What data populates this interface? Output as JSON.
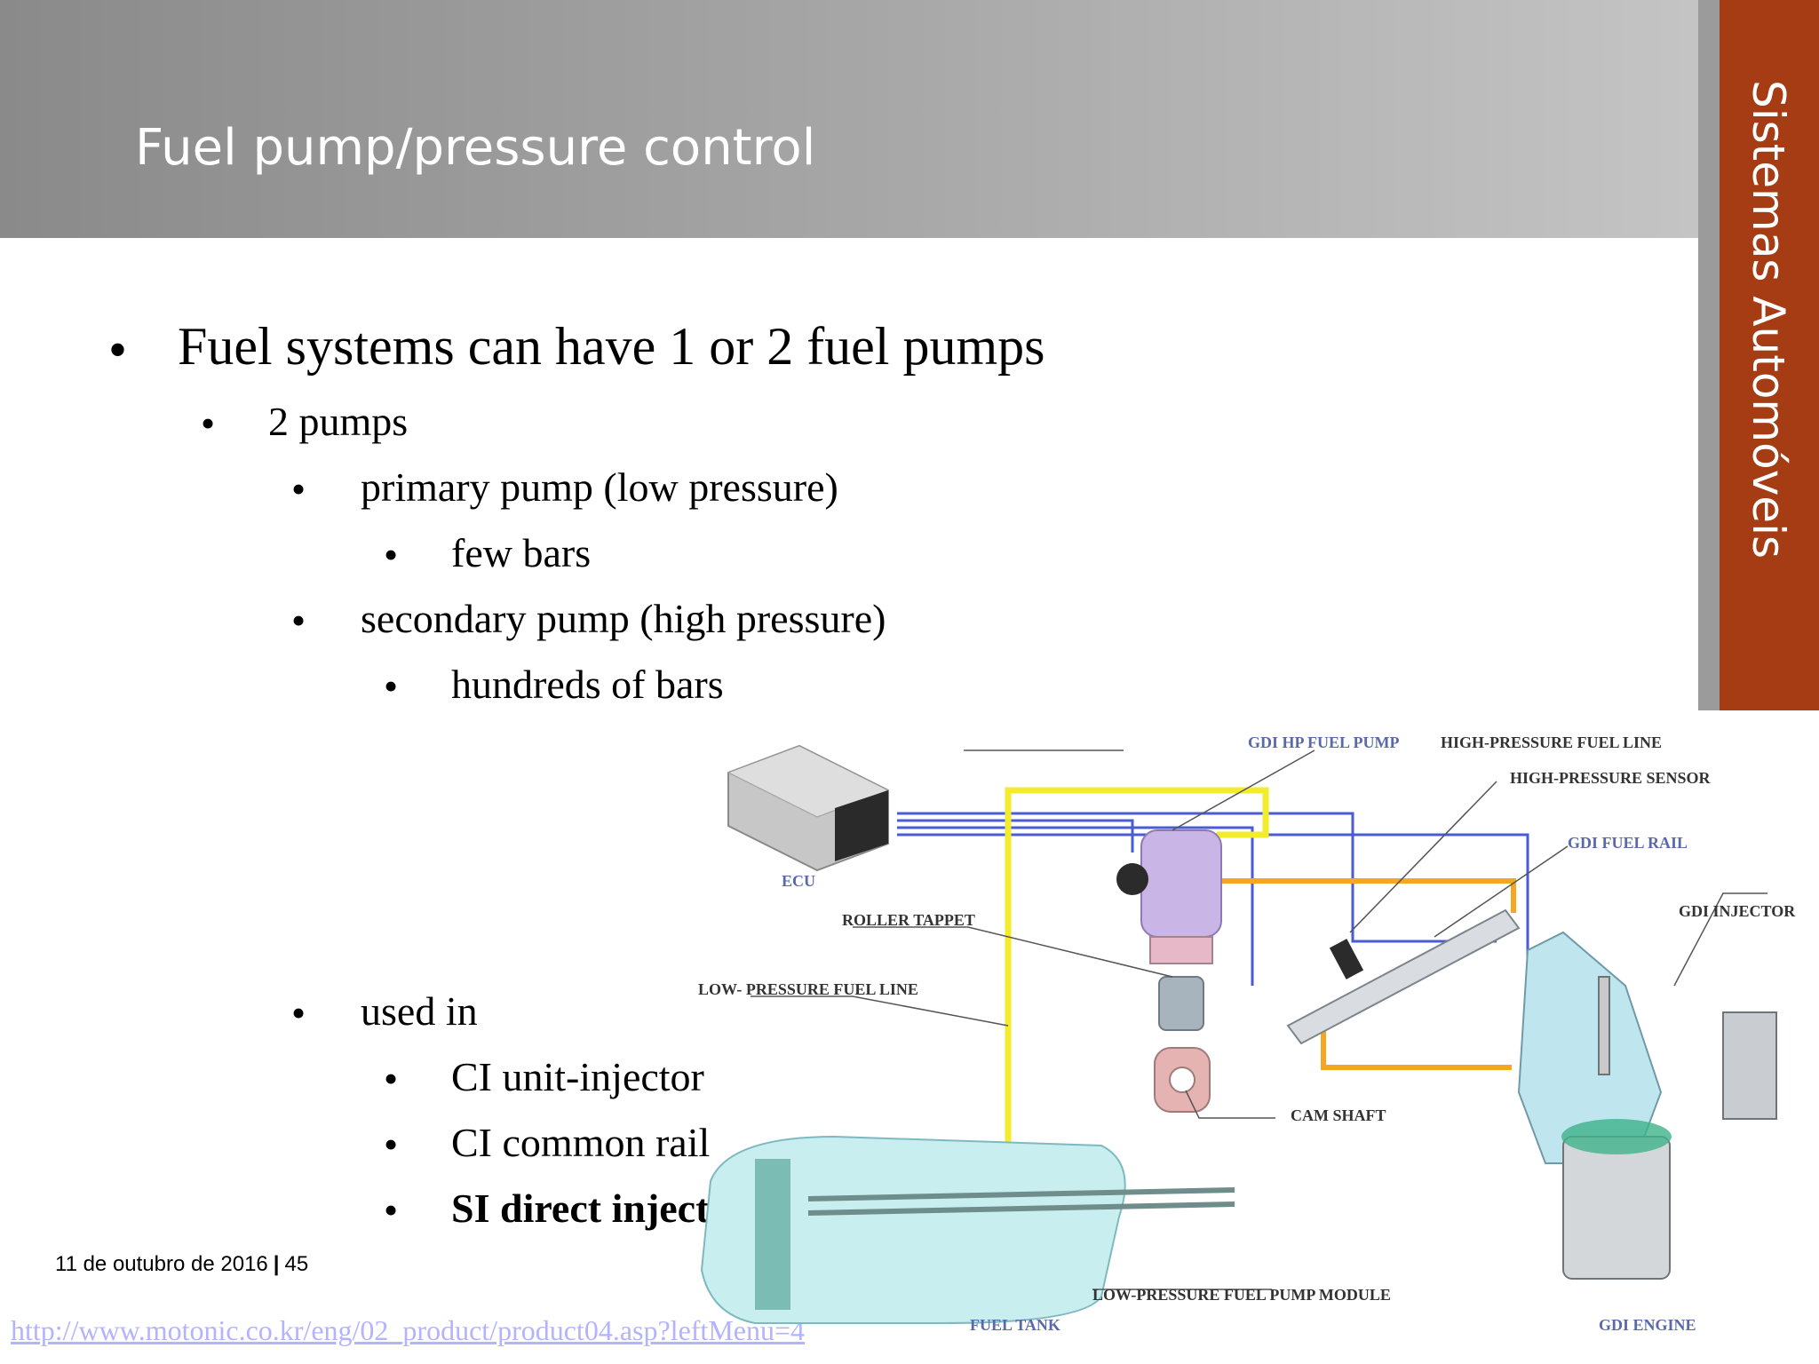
{
  "slide": {
    "title": "Fuel pump/pressure control",
    "side_label": "Sistemas Automóveis",
    "bullet_symbol": "•"
  },
  "bullets": {
    "b1": "Fuel systems can have 1 or 2 fuel pumps",
    "b2": "2 pumps",
    "b3": "primary pump (low pressure)",
    "b4": "few bars",
    "b5": "secondary pump (high pressure)",
    "b6": "hundreds of bars",
    "b7": "used in",
    "b8": "CI unit-injector",
    "b9": "CI common rail",
    "b10": "SI direct injection (fig.)"
  },
  "footer": {
    "date": "11 de outubro de 2016",
    "separator": "|",
    "page": "45",
    "url": "http://www.motonic.co.kr/eng/02_product/product04.asp?leftMenu=4"
  },
  "figure": {
    "labels": {
      "gdi_hp_fuel_pump": "GDI HP FUEL PUMP",
      "high_pressure_fuel_line": "HIGH-PRESSURE FUEL LINE",
      "high_pressure_sensor": "HIGH-PRESSURE SENSOR",
      "gdi_fuel_rail": "GDI FUEL RAIL",
      "gdi_injector": "GDI INJECTOR",
      "ecu": "ECU",
      "roller_tappet": "ROLLER TAPPET",
      "low_pressure_fuel_line": "LOW- PRESSURE FUEL LINE",
      "cam_shaft": "CAM SHAFT",
      "low_pressure_fuel_pump_module": "LOW-PRESSURE FUEL PUMP MODULE",
      "fuel_tank": "FUEL TANK",
      "gdi_engine": "GDI ENGINE"
    },
    "colors": {
      "low_pressure_line": "#f2ec2a",
      "high_pressure_line": "#f5a623",
      "signal_line": "#4a5bd6",
      "accent_band": "#a53c14"
    }
  }
}
